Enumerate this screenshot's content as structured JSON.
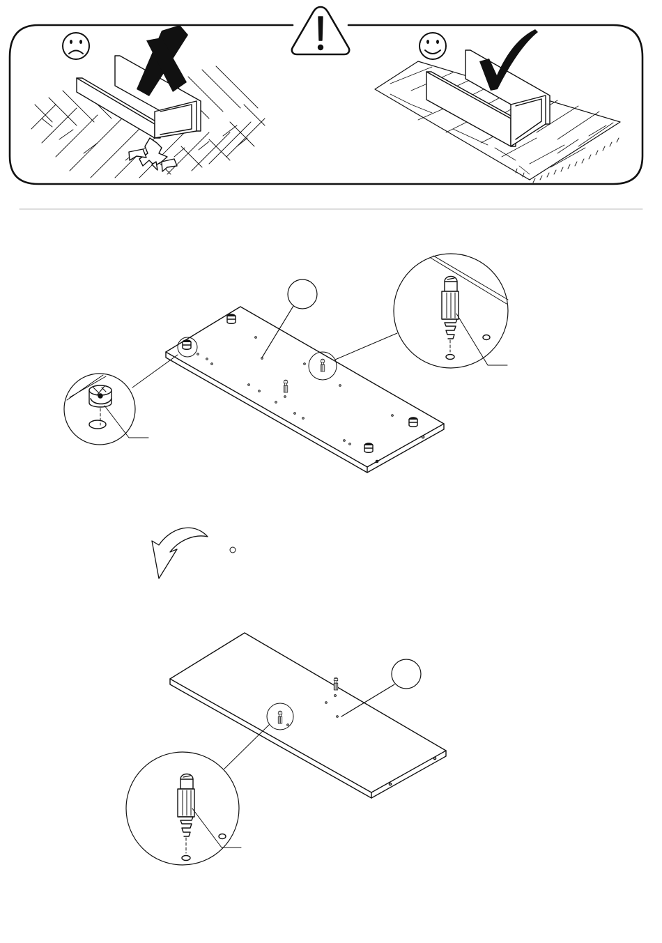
{
  "warning_banner": {
    "wrong_example": {
      "face_icon": "sad-face-icon",
      "mark_icon": "cross-mark-icon",
      "floor": "hard-paved-floor"
    },
    "correct_example": {
      "face_icon": "happy-face-icon",
      "mark_icon": "check-mark-icon",
      "floor": "soft-carpet-floor"
    },
    "alert_icon": "warning-triangle-icon"
  },
  "step_1": {
    "part_callout_label": "",
    "parts": [
      "cam-lock-nut",
      "cam-bolt-dowel"
    ]
  },
  "flip_step": {
    "icon": "curved-rotate-arrow-icon"
  },
  "step_2": {
    "part_callout_label": "",
    "parts": [
      "cam-bolt-dowel"
    ]
  },
  "colors": {
    "line": "#111111",
    "divider": "#bbbbbb",
    "background": "#ffffff"
  }
}
